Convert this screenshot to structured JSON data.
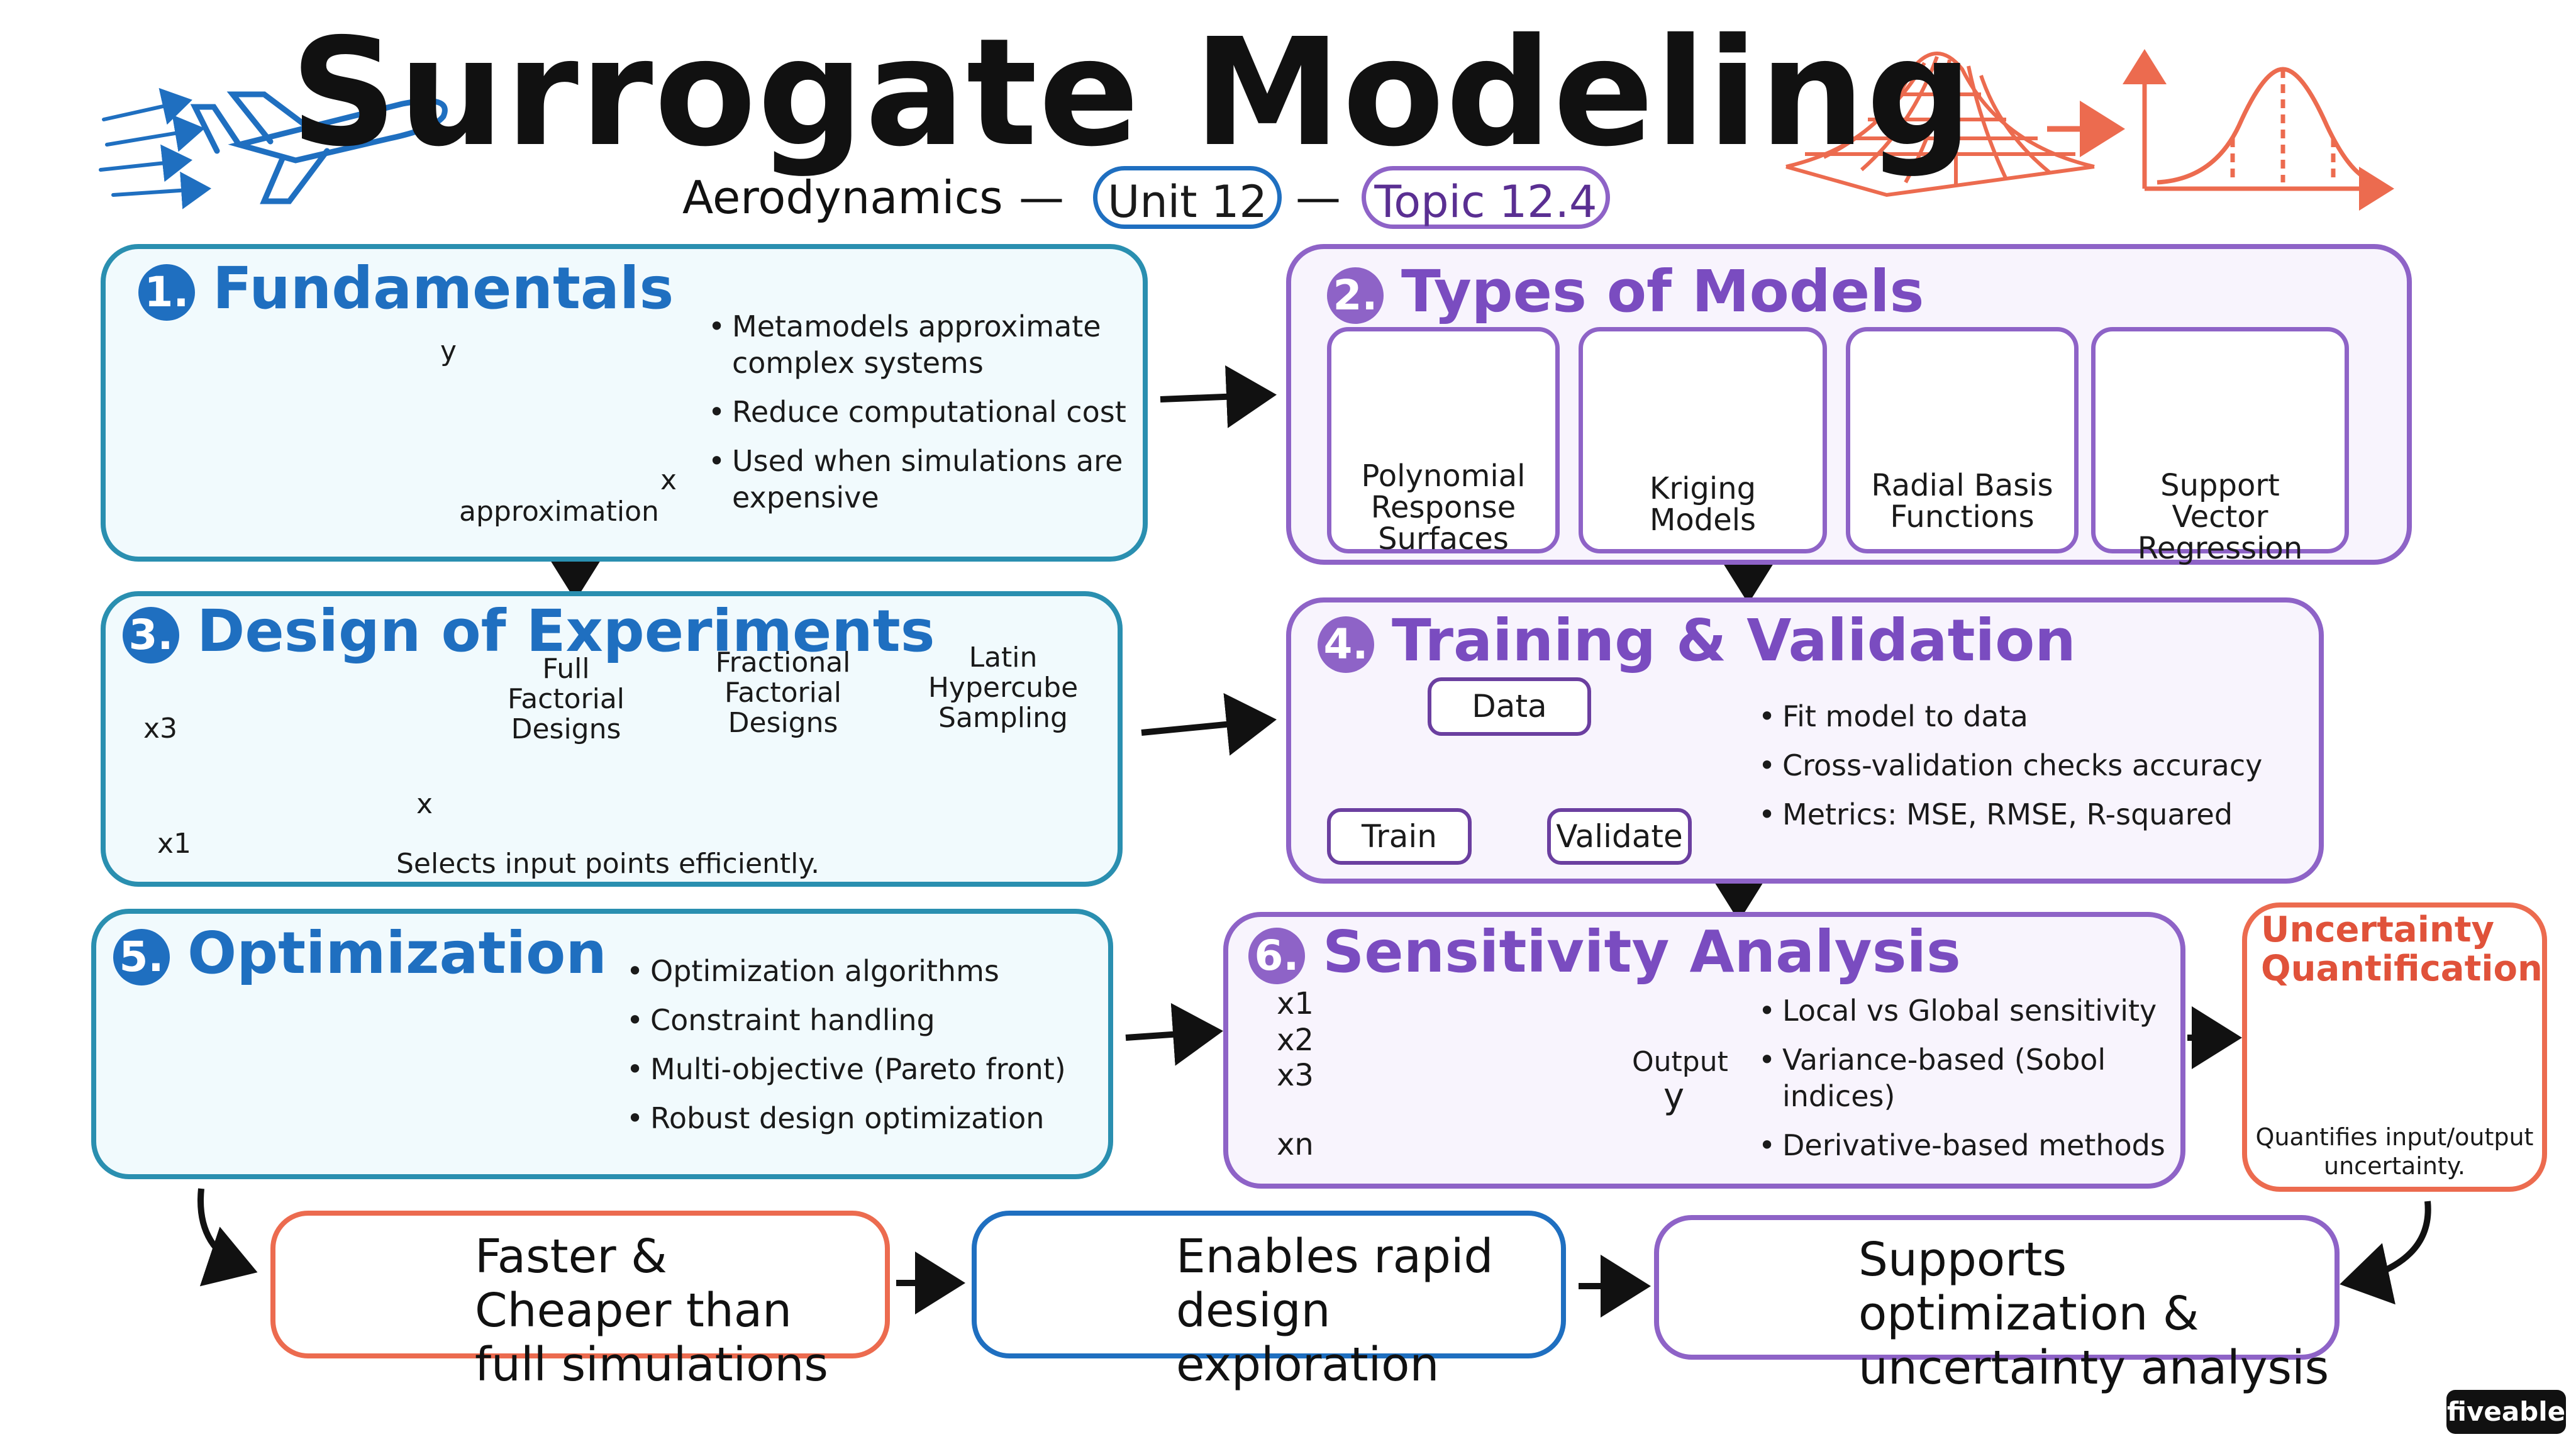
{
  "header": {
    "title": "Surrogate Modeling",
    "subject": "Aerodynamics",
    "dash": "—",
    "unit": "Unit 12",
    "topic": "Topic 12.4"
  },
  "sections": {
    "fundamentals": {
      "num": "1.",
      "title": "Fundamentals",
      "axis_y": "y",
      "axis_x": "x",
      "graph_label": "approximation",
      "bullets": [
        "Metamodels approximate complex systems",
        "Reduce computational cost",
        "Used when simulations are expensive"
      ]
    },
    "types": {
      "num": "2.",
      "title": "Types of Models",
      "cards": [
        "Polynomial Response Surfaces",
        "Kriging Models",
        "Radial Basis Functions",
        "Support Vector Regression"
      ]
    },
    "doe": {
      "num": "3.",
      "title": "Design of Experiments",
      "axis_x3": "x3",
      "axis_x": "x",
      "axis_x1": "x1",
      "designs": [
        "Full Factorial Designs",
        "Fractional Factorial Designs",
        "Latin Hypercube Sampling"
      ],
      "note": "Selects input points efficiently."
    },
    "training": {
      "num": "4.",
      "title": "Training & Validation",
      "data_box": "Data",
      "train_box": "Train",
      "validate_box": "Validate",
      "bullets": [
        "Fit model to data",
        "Cross-validation checks accuracy",
        "Metrics: MSE, RMSE, R-squared"
      ]
    },
    "optimization": {
      "num": "5.",
      "title": "Optimization",
      "bullets": [
        "Optimization algorithms",
        "Constraint handling",
        "Multi-objective (Pareto front)",
        "Robust design optimization"
      ]
    },
    "sensitivity": {
      "num": "6.",
      "title": "Sensitivity Analysis",
      "inputs": [
        "x1",
        "x2",
        "x3",
        "xn"
      ],
      "output_label": "Output",
      "output_var": "y",
      "bullets": [
        "Local vs Global sensitivity",
        "Variance-based (Sobol indices)",
        "Derivative-based methods"
      ]
    },
    "uncertainty": {
      "title": "Uncertainty Quantification",
      "caption": "Quantifies input/output uncertainty."
    }
  },
  "outcomes": [
    "Faster & Cheaper than full simulations",
    "Enables rapid design exploration",
    "Supports optimization & uncertainty analysis"
  ],
  "brand": "fiveable",
  "colors": {
    "blue": "#1f6fc0",
    "purple": "#8e63c7",
    "orange": "#ec6b4f",
    "dark": "#111111"
  }
}
